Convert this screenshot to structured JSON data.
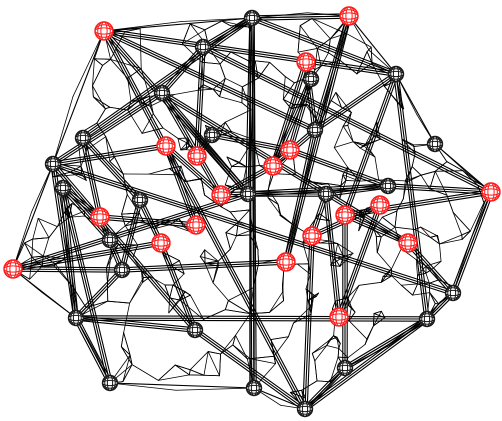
{
  "diagram": {
    "kind": "wireframe lattice of connected spheres",
    "colors": {
      "background": "#ffffff",
      "strut": "#000000",
      "node_black": "#1a1a1a",
      "node_red": "#ff1a1a"
    },
    "black_node_count": 25,
    "red_node_count": 19,
    "icons": {
      "black_node": "sphere-node-icon",
      "red_node": "highlighted-sphere-node-icon"
    }
  }
}
